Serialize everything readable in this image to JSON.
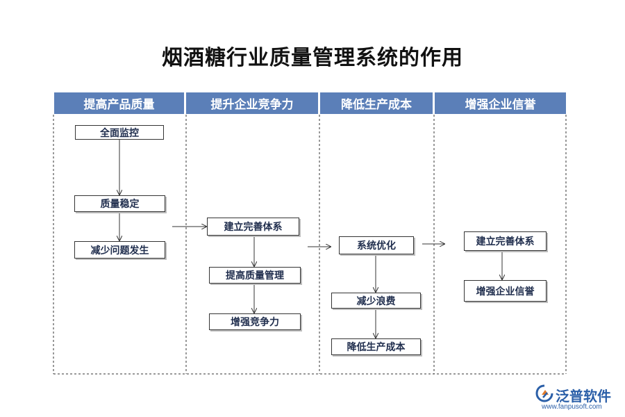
{
  "title": "烟酒糖行业质量管理系统的作用",
  "lanes": [
    {
      "header": "提高产品质量",
      "nodes": [
        "全面监控",
        "质量稳定",
        "减少问题发生"
      ]
    },
    {
      "header": "提升企业竞争力",
      "nodes": [
        "建立完善体系",
        "提高质量管理",
        "增强竞争力"
      ]
    },
    {
      "header": "降低生产成本",
      "nodes": [
        "系统优化",
        "减少浪费",
        "降低生产成本"
      ]
    },
    {
      "header": "增强企业信誉",
      "nodes": [
        "建立完善体系",
        "增强企业信誉"
      ]
    }
  ],
  "colors": {
    "header_bg": "#5b7fb8",
    "node_text": "#1f2d4d",
    "logo": "#2b5fa8"
  },
  "logo": {
    "text": "泛普软件",
    "url": "www.fanpusoft.com",
    "icon": "fanpu-logo-icon"
  }
}
